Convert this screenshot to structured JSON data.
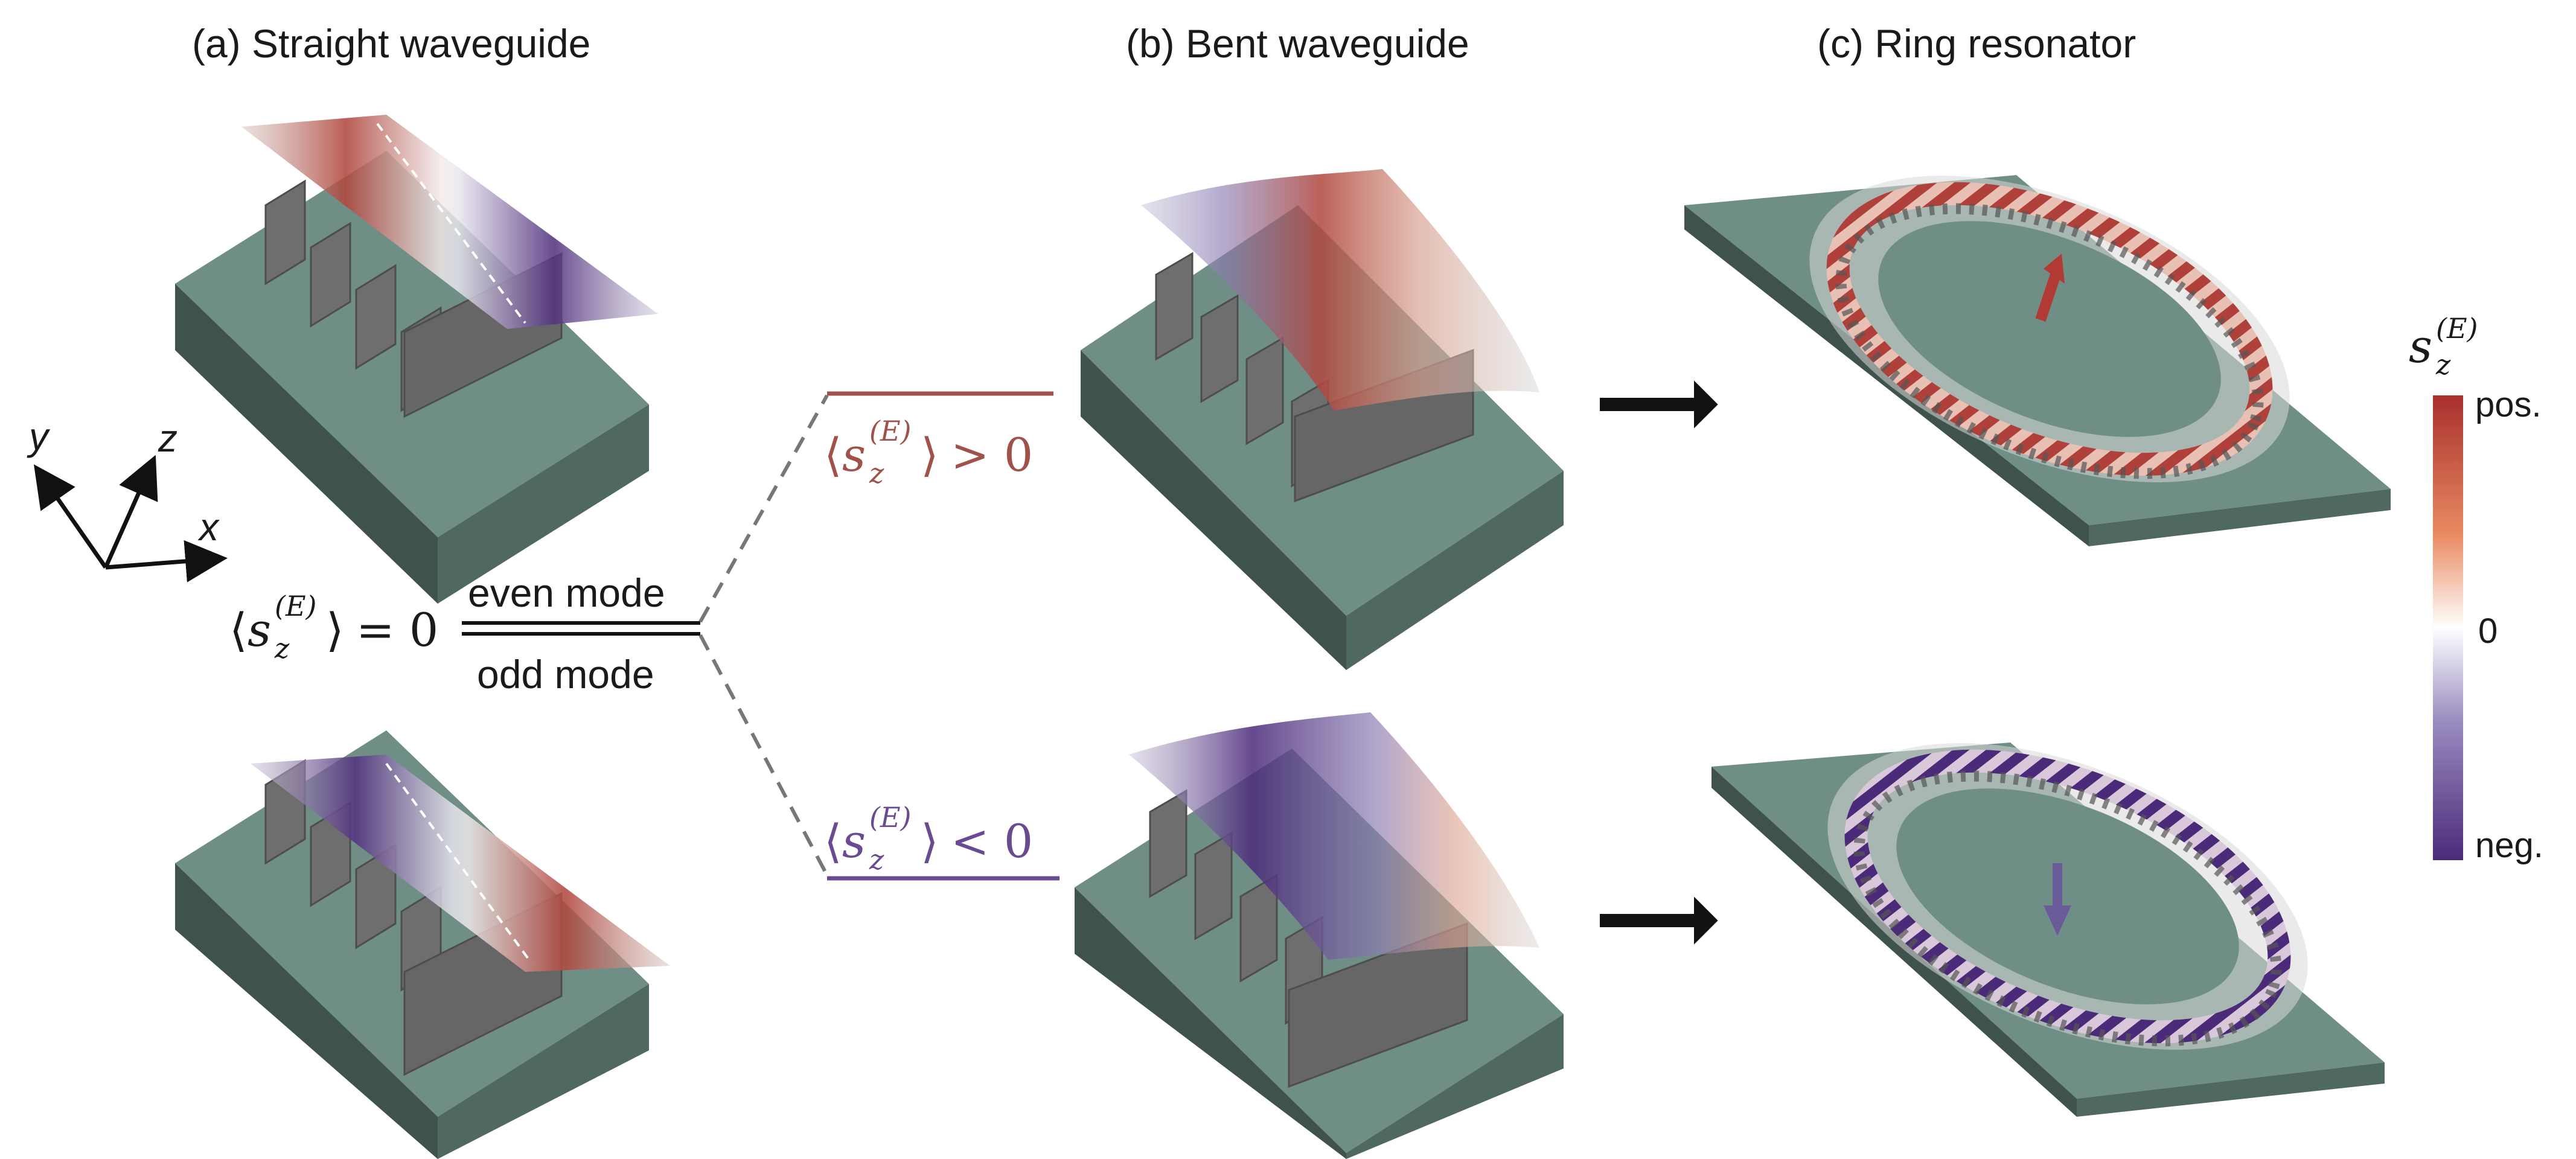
{
  "panels": {
    "a_title": "(a) Straight waveguide",
    "b_title": "(b) Bent waveguide",
    "c_title": "(c) Ring resonator"
  },
  "axes": {
    "x": "x",
    "y": "y",
    "z": "z"
  },
  "modes": {
    "even": "even mode",
    "odd": "odd mode",
    "zero_relation": "= 0",
    "pos_relation": "> 0",
    "neg_relation": "< 0",
    "symbol_base": "s",
    "symbol_sub": "z",
    "symbol_sup": "(E)"
  },
  "colorbar": {
    "symbol_base": "s",
    "symbol_sub": "z",
    "symbol_sup": "(E)",
    "pos": "pos.",
    "zero": "0",
    "neg": "neg."
  },
  "colors": {
    "substrate_top": "#6f8f86",
    "substrate_side": "#3f524d",
    "substrate_front": "#4f6862",
    "pillar": "#6e6e6e",
    "pos": "#a8302c",
    "neg": "#4b2a7a",
    "pos_line": "#a0524a",
    "neg_line": "#6a4a90"
  }
}
